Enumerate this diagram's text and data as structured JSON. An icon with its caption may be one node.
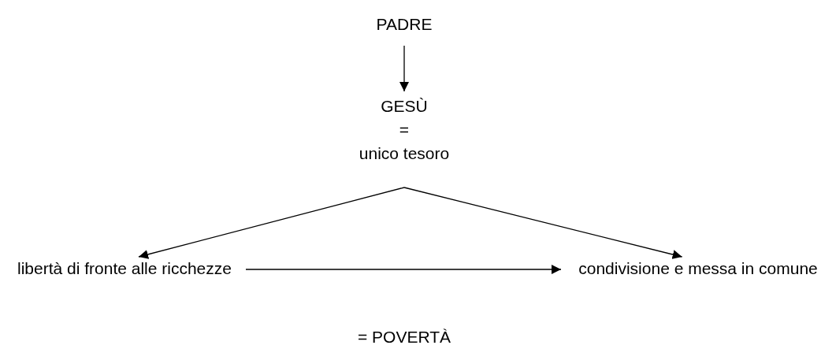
{
  "diagram": {
    "nodes": [
      {
        "text": [
          "PADRE"
        ]
      },
      {
        "text": [
          "GESÙ",
          "=",
          "unico tesoro"
        ]
      },
      {
        "text": [
          "libertà di fronte alle ricchezze"
        ]
      },
      {
        "text": [
          "condivisione e messa in comune"
        ]
      }
    ],
    "edges": [
      {
        "from": 0,
        "to": 1,
        "arrow": "to"
      },
      {
        "from": 1,
        "to": 2,
        "arrow": "to"
      },
      {
        "from": 1,
        "to": 3,
        "arrow": "to"
      },
      {
        "from": 2,
        "to": 3,
        "arrow": "to"
      }
    ],
    "labels": [
      "= POVERTÀ"
    ]
  }
}
